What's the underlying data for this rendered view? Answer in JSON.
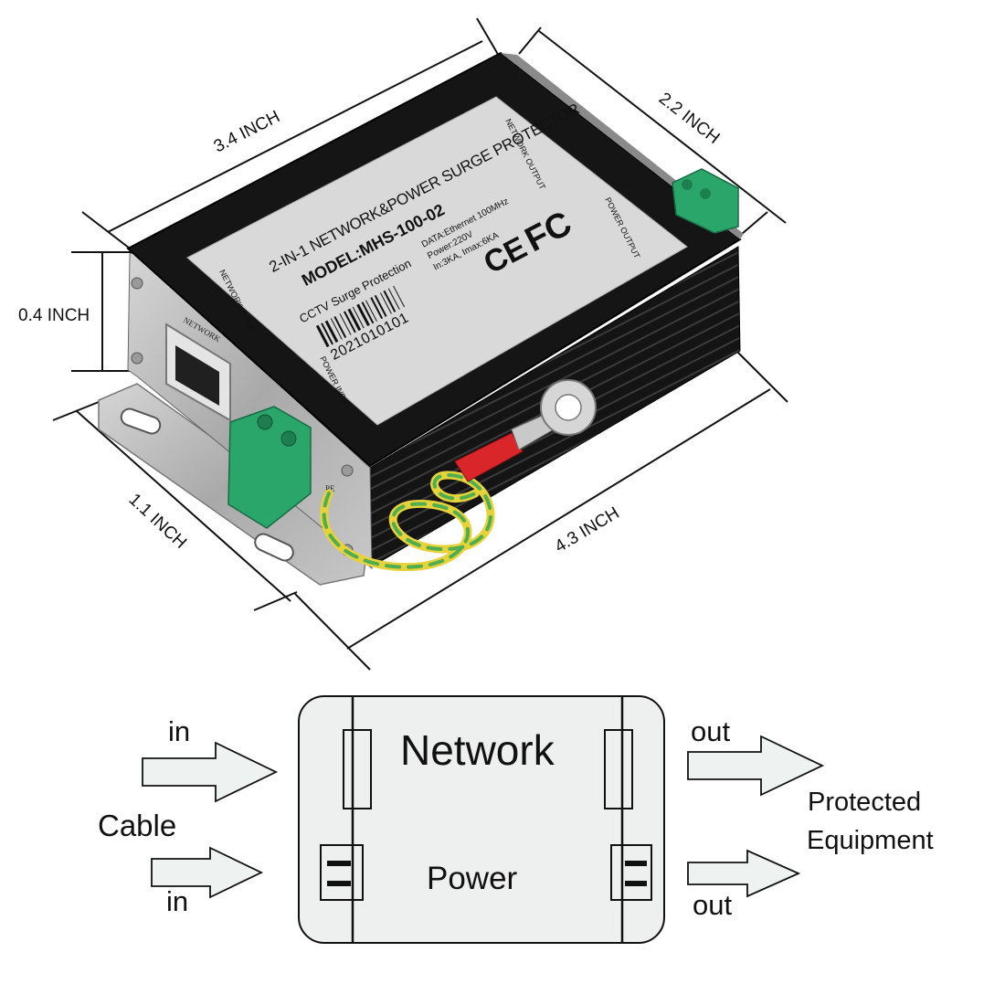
{
  "product": {
    "dimensions": {
      "length_top": "3.4 INCH",
      "depth_right": "2.2 INCH",
      "height_left": "0.4 INCH",
      "bracket_width": "1.1 INCH",
      "length_bottom": "4.3 INCH"
    },
    "label": {
      "title": "2-IN-1 NETWORK&POWER SURGE PROTECTOR",
      "model": "MODEL:MHS-100-02",
      "subtitle": "CCTV Surge  Protection",
      "spec_data": "DATA:Ethernet 100MHz",
      "spec_power": "Power:220V",
      "spec_current": "In:3KA, Imax:6KA",
      "serial": "2021010101",
      "network_input": "NETWORK INPUT",
      "power_input": "POWER INPUT",
      "network_output": "NETWORK OUTPUT",
      "power_output": "POWER OUTPUT",
      "ce_mark": "CE",
      "fcc_mark": "FC"
    },
    "port_label": "NETWORK",
    "pe_label": "PE"
  },
  "diagram": {
    "in_top": "in",
    "cable": "Cable",
    "in_bottom": "in",
    "network": "Network",
    "power": "Power",
    "out_top": "out",
    "out_bottom": "out",
    "protected_line1": "Protected",
    "protected_line2": "Equipment"
  },
  "colors": {
    "housing": "#151515",
    "label_bg": "#d9d9d9",
    "metal": "#b9b9b9",
    "terminal_green": "#2aa66a",
    "ground_wire_yellow": "#e8d23a",
    "ground_wire_green": "#4fae4f",
    "ring_lug_red": "#d8262a",
    "arrow_fill": "#eef3f1",
    "diagram_box": "#eef0ef"
  }
}
